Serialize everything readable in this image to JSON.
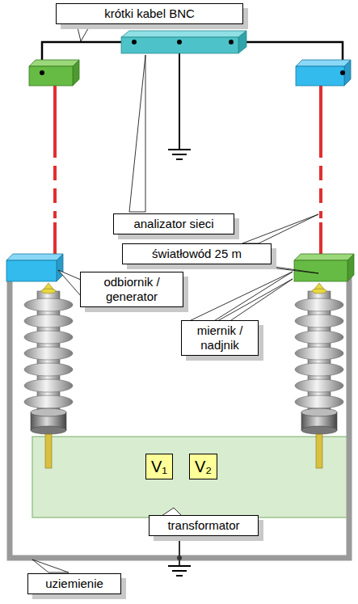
{
  "diagram": {
    "nodes": [
      {
        "text": [
          "krótki kabel BNC"
        ]
      },
      {
        "text": [
          "analizator sieci"
        ]
      },
      {
        "text": [
          "światłowód 25 m"
        ]
      },
      {
        "text": [
          "odbiornik / generator"
        ]
      },
      {
        "text": [
          "miernik / nadjnik"
        ]
      },
      {
        "text": [
          "V₁"
        ]
      },
      {
        "text": [
          "V₂"
        ]
      },
      {
        "text": [
          "transformator"
        ]
      },
      {
        "text": [
          "uziemienie"
        ]
      }
    ]
  }
}
